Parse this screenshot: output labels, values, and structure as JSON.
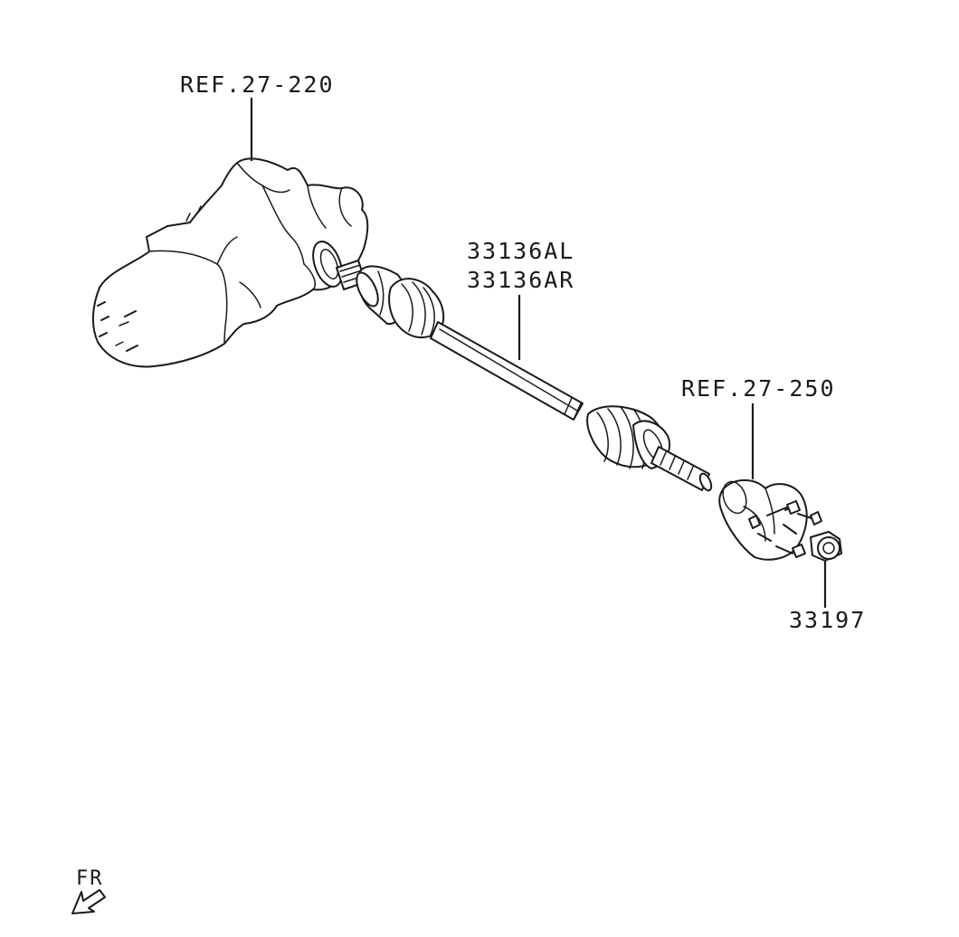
{
  "labels": {
    "transmission_ref": "REF.27-220",
    "driveshaft_left": "33136AL",
    "driveshaft_right": "33136AR",
    "hub_ref": "REF.27-250",
    "nut_part": "33197",
    "front_indicator": "FR"
  }
}
